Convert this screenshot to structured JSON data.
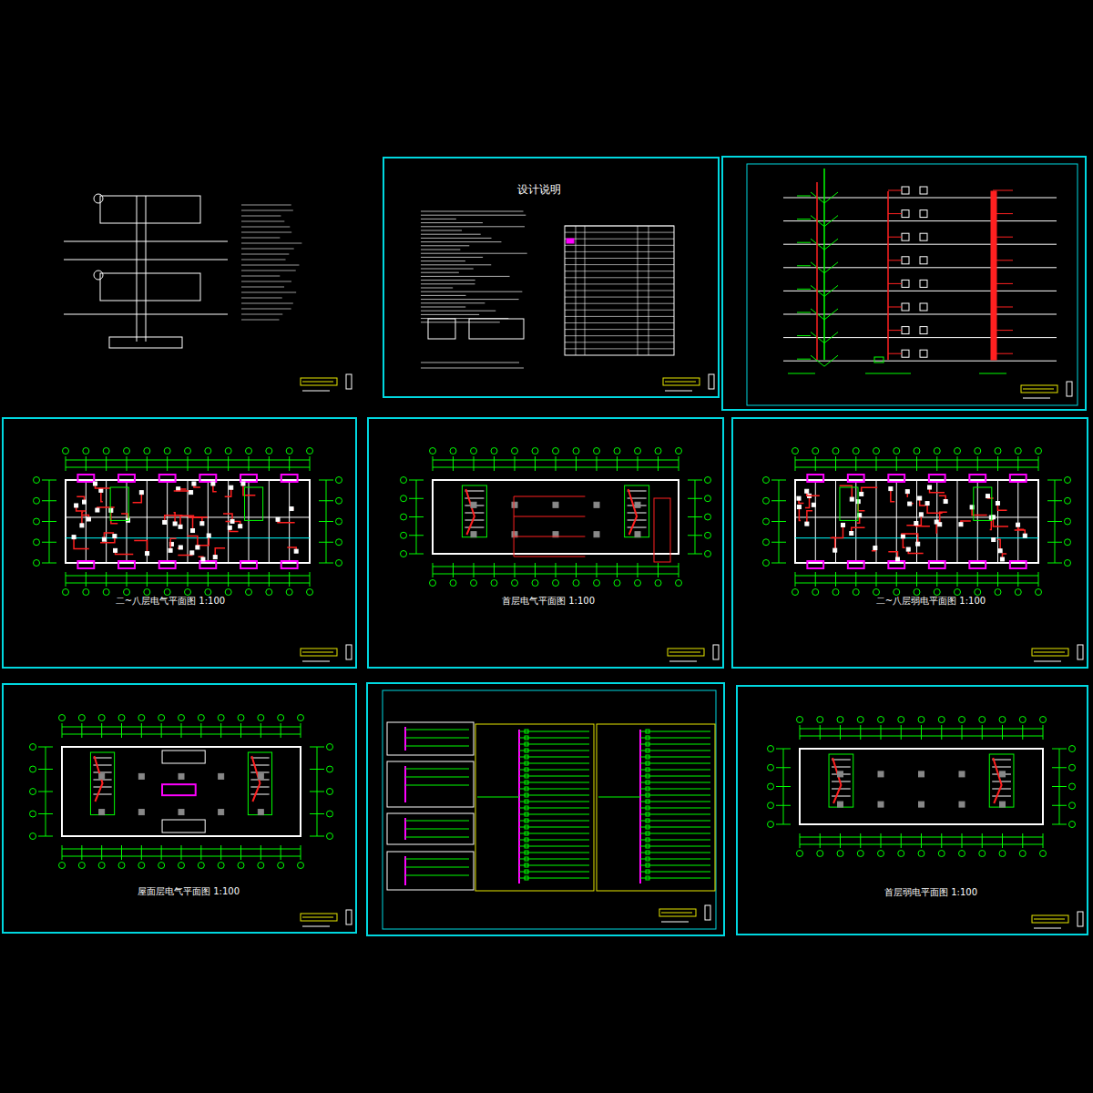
{
  "diagram": {
    "nodes": [
      {
        "text": [
          "设计说明"
        ]
      },
      {
        "text": [
          "二~八层电气平面图 1:100"
        ]
      },
      {
        "text": [
          "首层电气平面图 1:100"
        ]
      },
      {
        "text": [
          "二~八层弱电平面图 1:100"
        ]
      },
      {
        "text": [
          "屋面层电气平面图 1:100"
        ]
      },
      {
        "text": [
          "首层弱电平面图 1:100"
        ]
      }
    ]
  }
}
